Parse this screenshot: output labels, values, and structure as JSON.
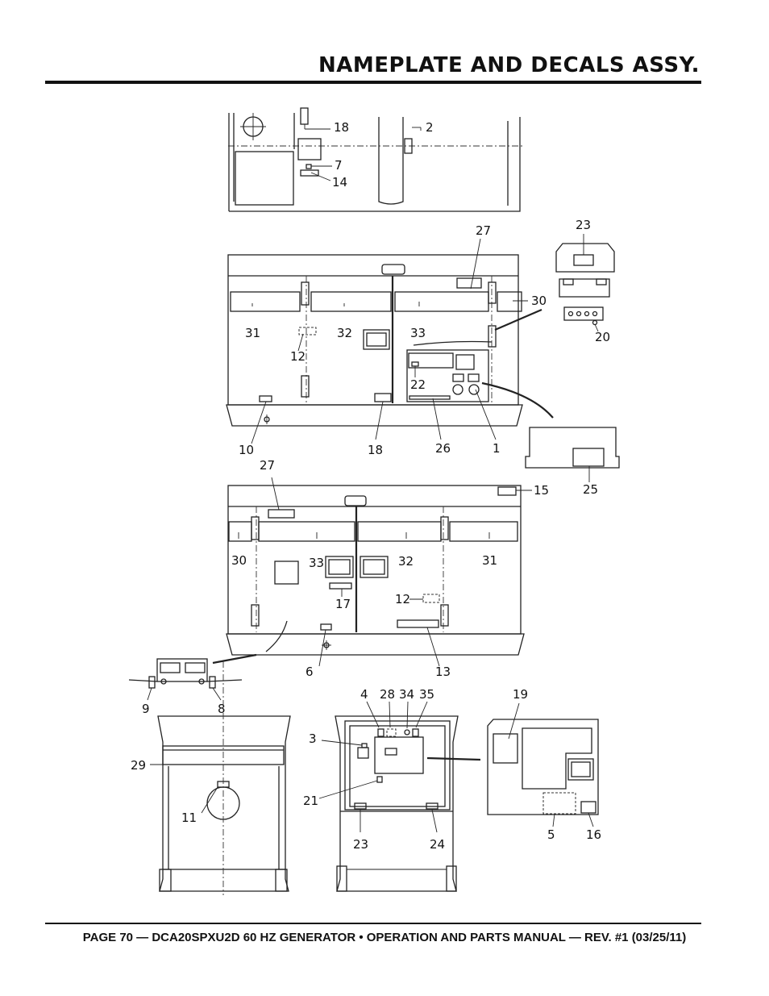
{
  "header": {
    "title": "NAMEPLATE AND DECALS ASSY."
  },
  "footer": {
    "text": "PAGE 70 — DCA20SPXU2D 60 HZ GENERATOR • OPERATION AND PARTS MANUAL — REV. #1 (03/25/11)"
  },
  "callouts": {
    "top": [
      "18",
      "2",
      "7",
      "14"
    ],
    "side_a": [
      "27",
      "23",
      "30",
      "20",
      "31",
      "32",
      "33",
      "12",
      "22",
      "10",
      "18",
      "26",
      "1",
      "25"
    ],
    "side_b": [
      "27",
      "15",
      "30",
      "33",
      "32",
      "31",
      "17",
      "12",
      "6",
      "13",
      "9",
      "8"
    ],
    "bottom": [
      "4",
      "28",
      "34",
      "35",
      "19",
      "3",
      "29",
      "21",
      "11",
      "23",
      "24",
      "5",
      "16"
    ]
  }
}
